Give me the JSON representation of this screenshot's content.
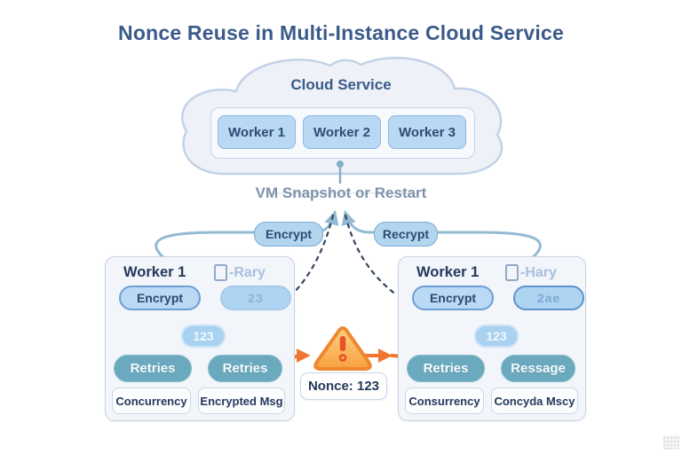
{
  "title": "Nonce Reuse in Multi-Instance Cloud Service",
  "colors": {
    "title_navy": "#3b5a8a",
    "worker_box_blue": "#b9d8f3",
    "teal_pill": "#6ba9be",
    "orange_accent": "#f0762f",
    "warning_border": "#ef8630",
    "warning_exclaim": "#e8512b",
    "cloud_fill": "#eef2f8",
    "panel_fill": "#f2f5f9"
  },
  "cloud": {
    "label": "Cloud Service",
    "workers": [
      "Worker 1",
      "Worker 2",
      "Worker 3"
    ]
  },
  "event": {
    "label": "VM Snapshot or Restart"
  },
  "branches": {
    "left_label": "Encrypt",
    "right_label": "Recrypt"
  },
  "panels": [
    {
      "title": "Worker 1",
      "subtitle": "-Rary",
      "encrypt_label": "Encrypt",
      "counter_value": "23",
      "nonce_value": "123",
      "retry_left_label": "Retries",
      "retry_right_label": "Retries",
      "footer_left_label": "Concurrency",
      "footer_right_label": "Encrypted Msg"
    },
    {
      "title": "Worker 1",
      "subtitle": "-Hary",
      "encrypt_label": "Encrypt",
      "counter_value": "2ae",
      "nonce_value": "123",
      "retry_left_label": "Retries",
      "retry_right_label": "Ressage",
      "footer_left_label": "Consurrency",
      "footer_right_label": "Concyda Mscy"
    }
  ],
  "warning": {
    "nonce_label": "Nonce: 123"
  }
}
